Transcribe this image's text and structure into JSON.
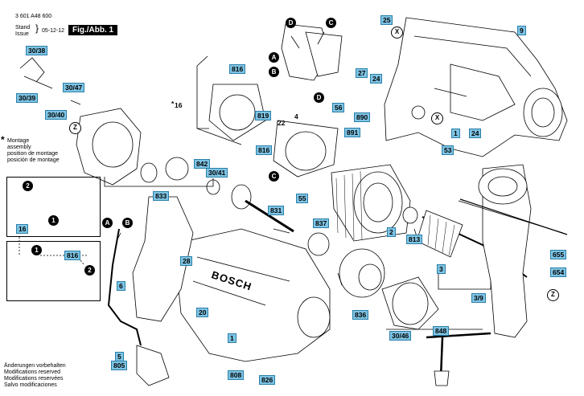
{
  "header": {
    "doc_number": "3 601 A48 600",
    "stand_label": "Stand",
    "issue_label": "Issue",
    "date": "05-12-12",
    "figure_tag": "Fig./Abb. 1"
  },
  "note": {
    "symbol": "*",
    "lines": [
      "Montage",
      "assembly",
      "position de montage",
      "posición de montage"
    ]
  },
  "footer": {
    "lines": [
      "Änderungen vorbehalten",
      "Modifications reserved",
      "Modifications reservées",
      "Salvo modificaciones"
    ]
  },
  "markers": {
    "A": "A",
    "B": "B",
    "C": "C",
    "D": "D",
    "X": "X",
    "Z": "Z",
    "n1": "1",
    "n2": "2"
  },
  "parts": {
    "p1": "1",
    "p2": "2",
    "p3": "3",
    "p3_9": "3/9",
    "p5": "5",
    "p6": "6",
    "p9": "9",
    "p16": "16",
    "p16star": "16",
    "p20": "20",
    "p22": "22",
    "p24a": "24",
    "p24b": "24",
    "p25": "25",
    "p27": "27",
    "p28": "28",
    "p30_38": "30/38",
    "p30_39": "30/39",
    "p30_40": "30/40",
    "p30_41": "30/41",
    "p30_46": "30/46",
    "p30_47": "30/47",
    "p53": "53",
    "p55": "55",
    "p56": "56",
    "p654": "654",
    "p655": "655",
    "p805": "805",
    "p808": "808",
    "p813": "813",
    "p816a": "816",
    "p816b": "816",
    "p816c": "816",
    "p819": "819",
    "p826": "826",
    "p831": "831",
    "p833": "833",
    "p836": "836",
    "p837": "837",
    "p842": "842",
    "p848": "848",
    "p890": "890",
    "p891": "891",
    "p4": "4"
  },
  "brand": "BOSCH"
}
